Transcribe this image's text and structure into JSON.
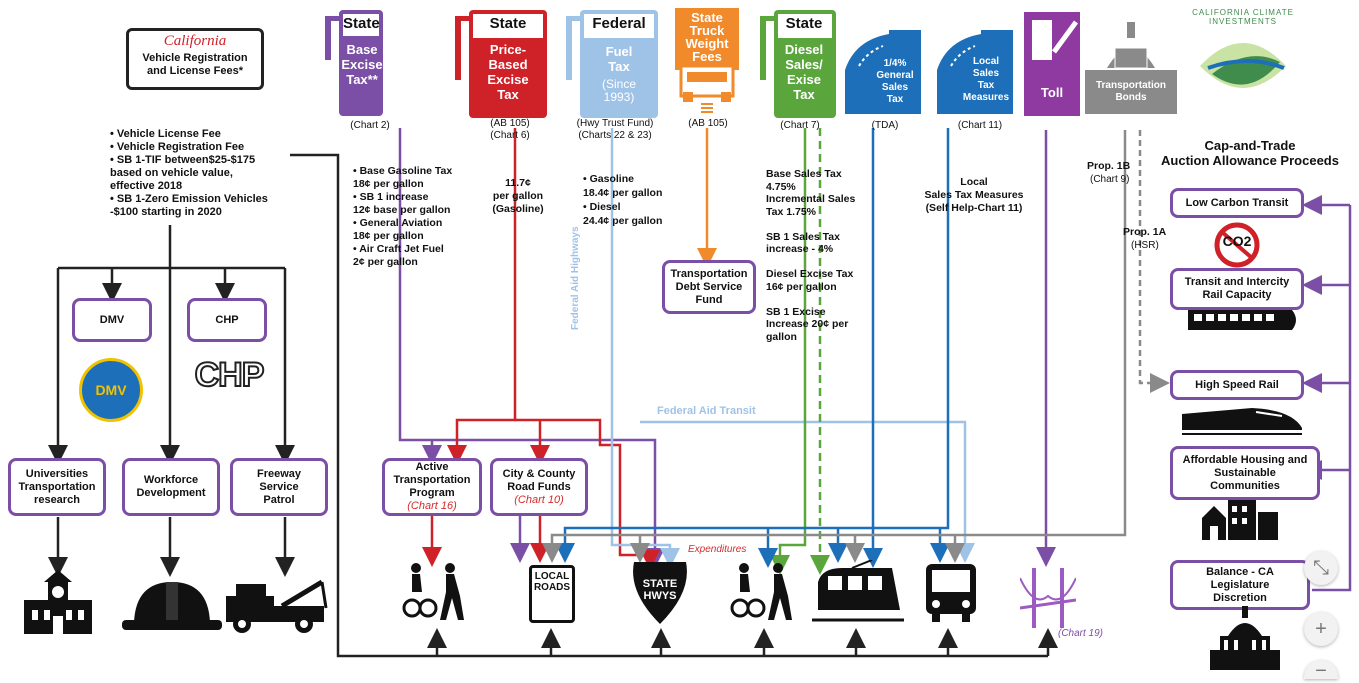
{
  "colors": {
    "purple": "#7b4fa6",
    "red": "#cf2128",
    "lightblue": "#9fc3e6",
    "orange": "#f08a2a",
    "green": "#5aa63c",
    "blue": "#1c6fb8",
    "gray": "#8a8a8a",
    "black": "#222222",
    "expend": "#d42b2b"
  },
  "license": {
    "brand": "California",
    "title": "Vehicle Registration\nand License Fees*",
    "bullets": "• Vehicle License Fee\n• Vehicle Registration Fee\n• SB 1-TIF between$25-$175\nbased on vehicle value,\n   effective 2018\n• SB 1-Zero Emission Vehicles\n   -$100 starting in 2020"
  },
  "agencies": {
    "dmv": "DMV",
    "chp": "CHP",
    "dmv_seal_text": "DMV",
    "chp_logo_text": "CHP"
  },
  "bottom_left_boxes": [
    {
      "label": "Universities\nTransportation\nresearch"
    },
    {
      "label": "Workforce\nDevelopment"
    },
    {
      "label": "Freeway\nService\nPatrol"
    }
  ],
  "sources": [
    {
      "kind": "State",
      "label": "Base\nExcise\nTax**",
      "ref": "(Chart 2)"
    },
    {
      "kind": "State",
      "label": "Price-\nBased\nExcise\nTax",
      "ref": "(AB 105)\n(Chart 6)"
    },
    {
      "kind": "Federal",
      "label": "Fuel\nTax",
      "sub": "(Since\n1993)",
      "ref": "(Hwy Trust Fund)\n(Charts 22 & 23)"
    },
    {
      "kind": "",
      "label": "State\nTruck\nWeight\nFees",
      "ref": "(AB 105)"
    },
    {
      "kind": "State",
      "label": "Diesel\nSales/\nExise\nTax",
      "ref": "(Chart 7)"
    },
    {
      "kind": "",
      "label": "1/4%\nGeneral\nSales\nTax",
      "ref": "(TDA)"
    },
    {
      "kind": "",
      "label": "Local\nSales\nTax\nMeasures",
      "ref": "(Chart 11)"
    },
    {
      "kind": "",
      "label": "Toll",
      "ref": ""
    },
    {
      "kind": "",
      "label": "Transportation\nBonds",
      "ref": ""
    }
  ],
  "notes": {
    "base_excise": "• Base Gasoline Tax\n     18¢ per gallon\n• SB 1 increase\n     12¢ base per gallon\n• General Aviation\n     18¢ per gallon\n• Air Craft Jet Fuel\n     2¢ per gallon",
    "price_based": "11.7¢\nper gallon\n(Gasoline)",
    "federal": "• Gasoline\n     18.4¢ per gallon\n• Diesel\n     24.4¢ per gallon",
    "diesel": "Base Sales Tax\n4.75%\nIncremental Sales\nTax 1.75%\n\nSB 1 Sales Tax\nincrease - 4%\n\nDiesel Excise Tax\n16¢ per gallon\n\nSB 1 Excise\nIncrease 20¢ per\ngallon",
    "local": "Local\nSales Tax Measures\n(Self Help-Chart 11)",
    "prop1b": "Prop. 1B",
    "prop1b_ref": "(Chart 9)",
    "prop1a": "Prop. 1A",
    "prop1a_ref": "(HSR)"
  },
  "mid_boxes": {
    "tdsf": "Transportation\nDebt Service\nFund",
    "atp": "Active\nTransportation\nProgram",
    "atp_ref": "(Chart 16)",
    "city": "City & County\nRoad Funds",
    "city_ref": "(Chart 10)"
  },
  "line_labels": {
    "fed_hwy": "Federal Aid Highways",
    "fed_transit": "Federal Aid Transit",
    "expenditures": "Expenditures"
  },
  "signs": {
    "local_roads": "LOCAL\nROADS",
    "state_hwys": "STATE\nHWYS",
    "chart19": "(Chart 19)"
  },
  "cap_trade": {
    "logo_text": "CALIFORNIA CLIMATE INVESTMENTS",
    "title": "Cap-and-Trade\nAuction Allowance Proceeds",
    "items": [
      {
        "label": "Low Carbon Transit",
        "icon": "CO2"
      },
      {
        "label": "Transit and Intercity\nRail Capacity"
      },
      {
        "label": "High Speed Rail"
      },
      {
        "label": "Affordable Housing and\nSustainable\nCommunities"
      },
      {
        "label": "Balance - CA\nLegislature\nDiscretion"
      }
    ]
  },
  "zoom": {
    "fit": "⤡",
    "in": "+",
    "out": "−"
  }
}
